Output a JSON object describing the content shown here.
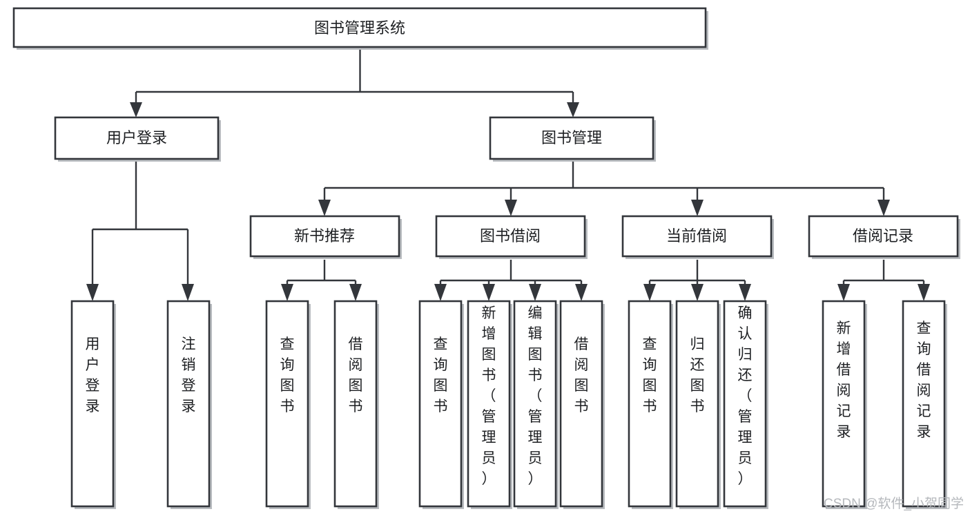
{
  "diagram": {
    "title_node": {
      "label": "图书管理系统"
    },
    "level2": [
      {
        "id": "user-login",
        "label": "用户登录"
      },
      {
        "id": "book-management",
        "label": "图书管理"
      }
    ],
    "level3": [
      {
        "id": "new-book-recommend",
        "label": "新书推荐"
      },
      {
        "id": "book-borrow",
        "label": "图书借阅"
      },
      {
        "id": "current-borrow",
        "label": "当前借阅"
      },
      {
        "id": "borrow-record",
        "label": "借阅记录"
      }
    ],
    "leaves": {
      "user-login": [
        {
          "id": "leaf-user-login",
          "label": "用户登录"
        },
        {
          "id": "leaf-logout-login",
          "label": "注销登录"
        }
      ],
      "new-book-recommend": [
        {
          "id": "leaf-query-book-1",
          "label": "查询图书"
        },
        {
          "id": "leaf-borrow-book-1",
          "label": "借阅图书"
        }
      ],
      "book-borrow": [
        {
          "id": "leaf-query-book-2",
          "label": "查询图书"
        },
        {
          "id": "leaf-add-book",
          "label": "新增图书（管理员）"
        },
        {
          "id": "leaf-edit-book",
          "label": "编辑图书（管理员）"
        },
        {
          "id": "leaf-borrow-book-2",
          "label": "借阅图书"
        }
      ],
      "current-borrow": [
        {
          "id": "leaf-query-book-3",
          "label": "查询图书"
        },
        {
          "id": "leaf-return-book",
          "label": "归还图书"
        },
        {
          "id": "leaf-confirm-return",
          "label": "确认归还（管理员）"
        }
      ],
      "borrow-record": [
        {
          "id": "leaf-add-record",
          "label": "新增借阅记录"
        },
        {
          "id": "leaf-query-record",
          "label": "查询借阅记录"
        }
      ]
    },
    "watermark": "CSDN @软件_小贺同学",
    "colors": {
      "stroke": "#33363b",
      "fill": "#ffffff",
      "text": "#1d1f22",
      "watermark": "#b5b8bc"
    }
  }
}
